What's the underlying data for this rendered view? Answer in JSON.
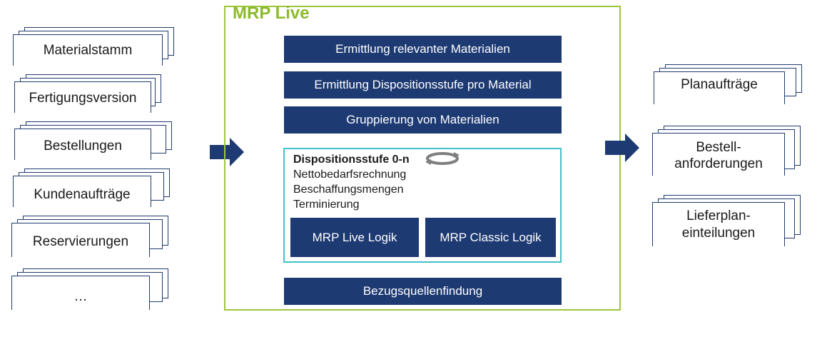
{
  "title": "MRP Live",
  "inputs": [
    "Materialstamm",
    "Fertigungsversion",
    "Bestellungen",
    "Kundenaufträge",
    "Reservierungen",
    "…"
  ],
  "steps": {
    "step1": "Ermittlung relevanter Materialien",
    "step2": "Ermittlung Dispositionsstufe pro Material",
    "step3": "Gruppierung von Materialien",
    "step_last": "Bezugsquellenfindung"
  },
  "dispo": {
    "heading": "Dispositionsstufe 0-n",
    "lines": [
      "Nettobedarfsrechnung",
      "Beschaffungsmengen",
      "Terminierung"
    ],
    "logic_live": "MRP Live Logik",
    "logic_classic": "MRP Classic Logik"
  },
  "outputs": [
    {
      "line1": "Planaufträge",
      "line2": ""
    },
    {
      "line1": "Bestell-",
      "line2": "anforderungen"
    },
    {
      "line1": "Lieferplan-",
      "line2": "einteilungen"
    }
  ],
  "colors": {
    "navy": "#1d3a73",
    "green": "#9dc63b",
    "teal": "#43c1c8"
  }
}
